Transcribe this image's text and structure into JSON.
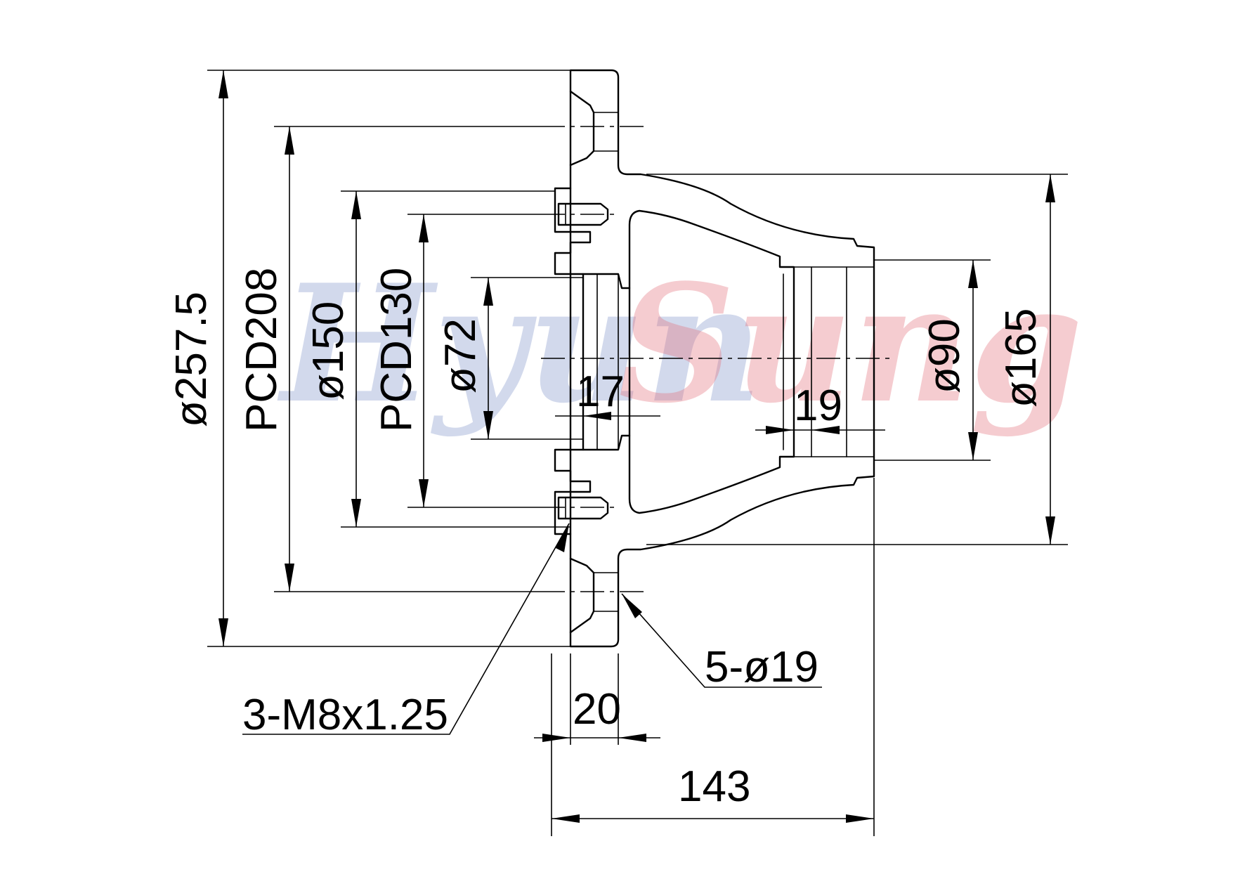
{
  "watermark": {
    "part1": "Hyun",
    "part2": "Sung",
    "color1": "#7f93c9",
    "color2": "#e46f7a"
  },
  "dimensions": {
    "d_outer": "ø257.5",
    "pcd_bolt": "PCD208",
    "d_pilot": "ø150",
    "pcd_thread": "PCD130",
    "d_bore": "ø72",
    "w_17": "17",
    "w_19": "19",
    "d_90": "ø90",
    "d_165": "ø165",
    "holes": "5-ø19",
    "threads": "3-M8x1.25",
    "flange_thk": "20",
    "length": "143"
  }
}
